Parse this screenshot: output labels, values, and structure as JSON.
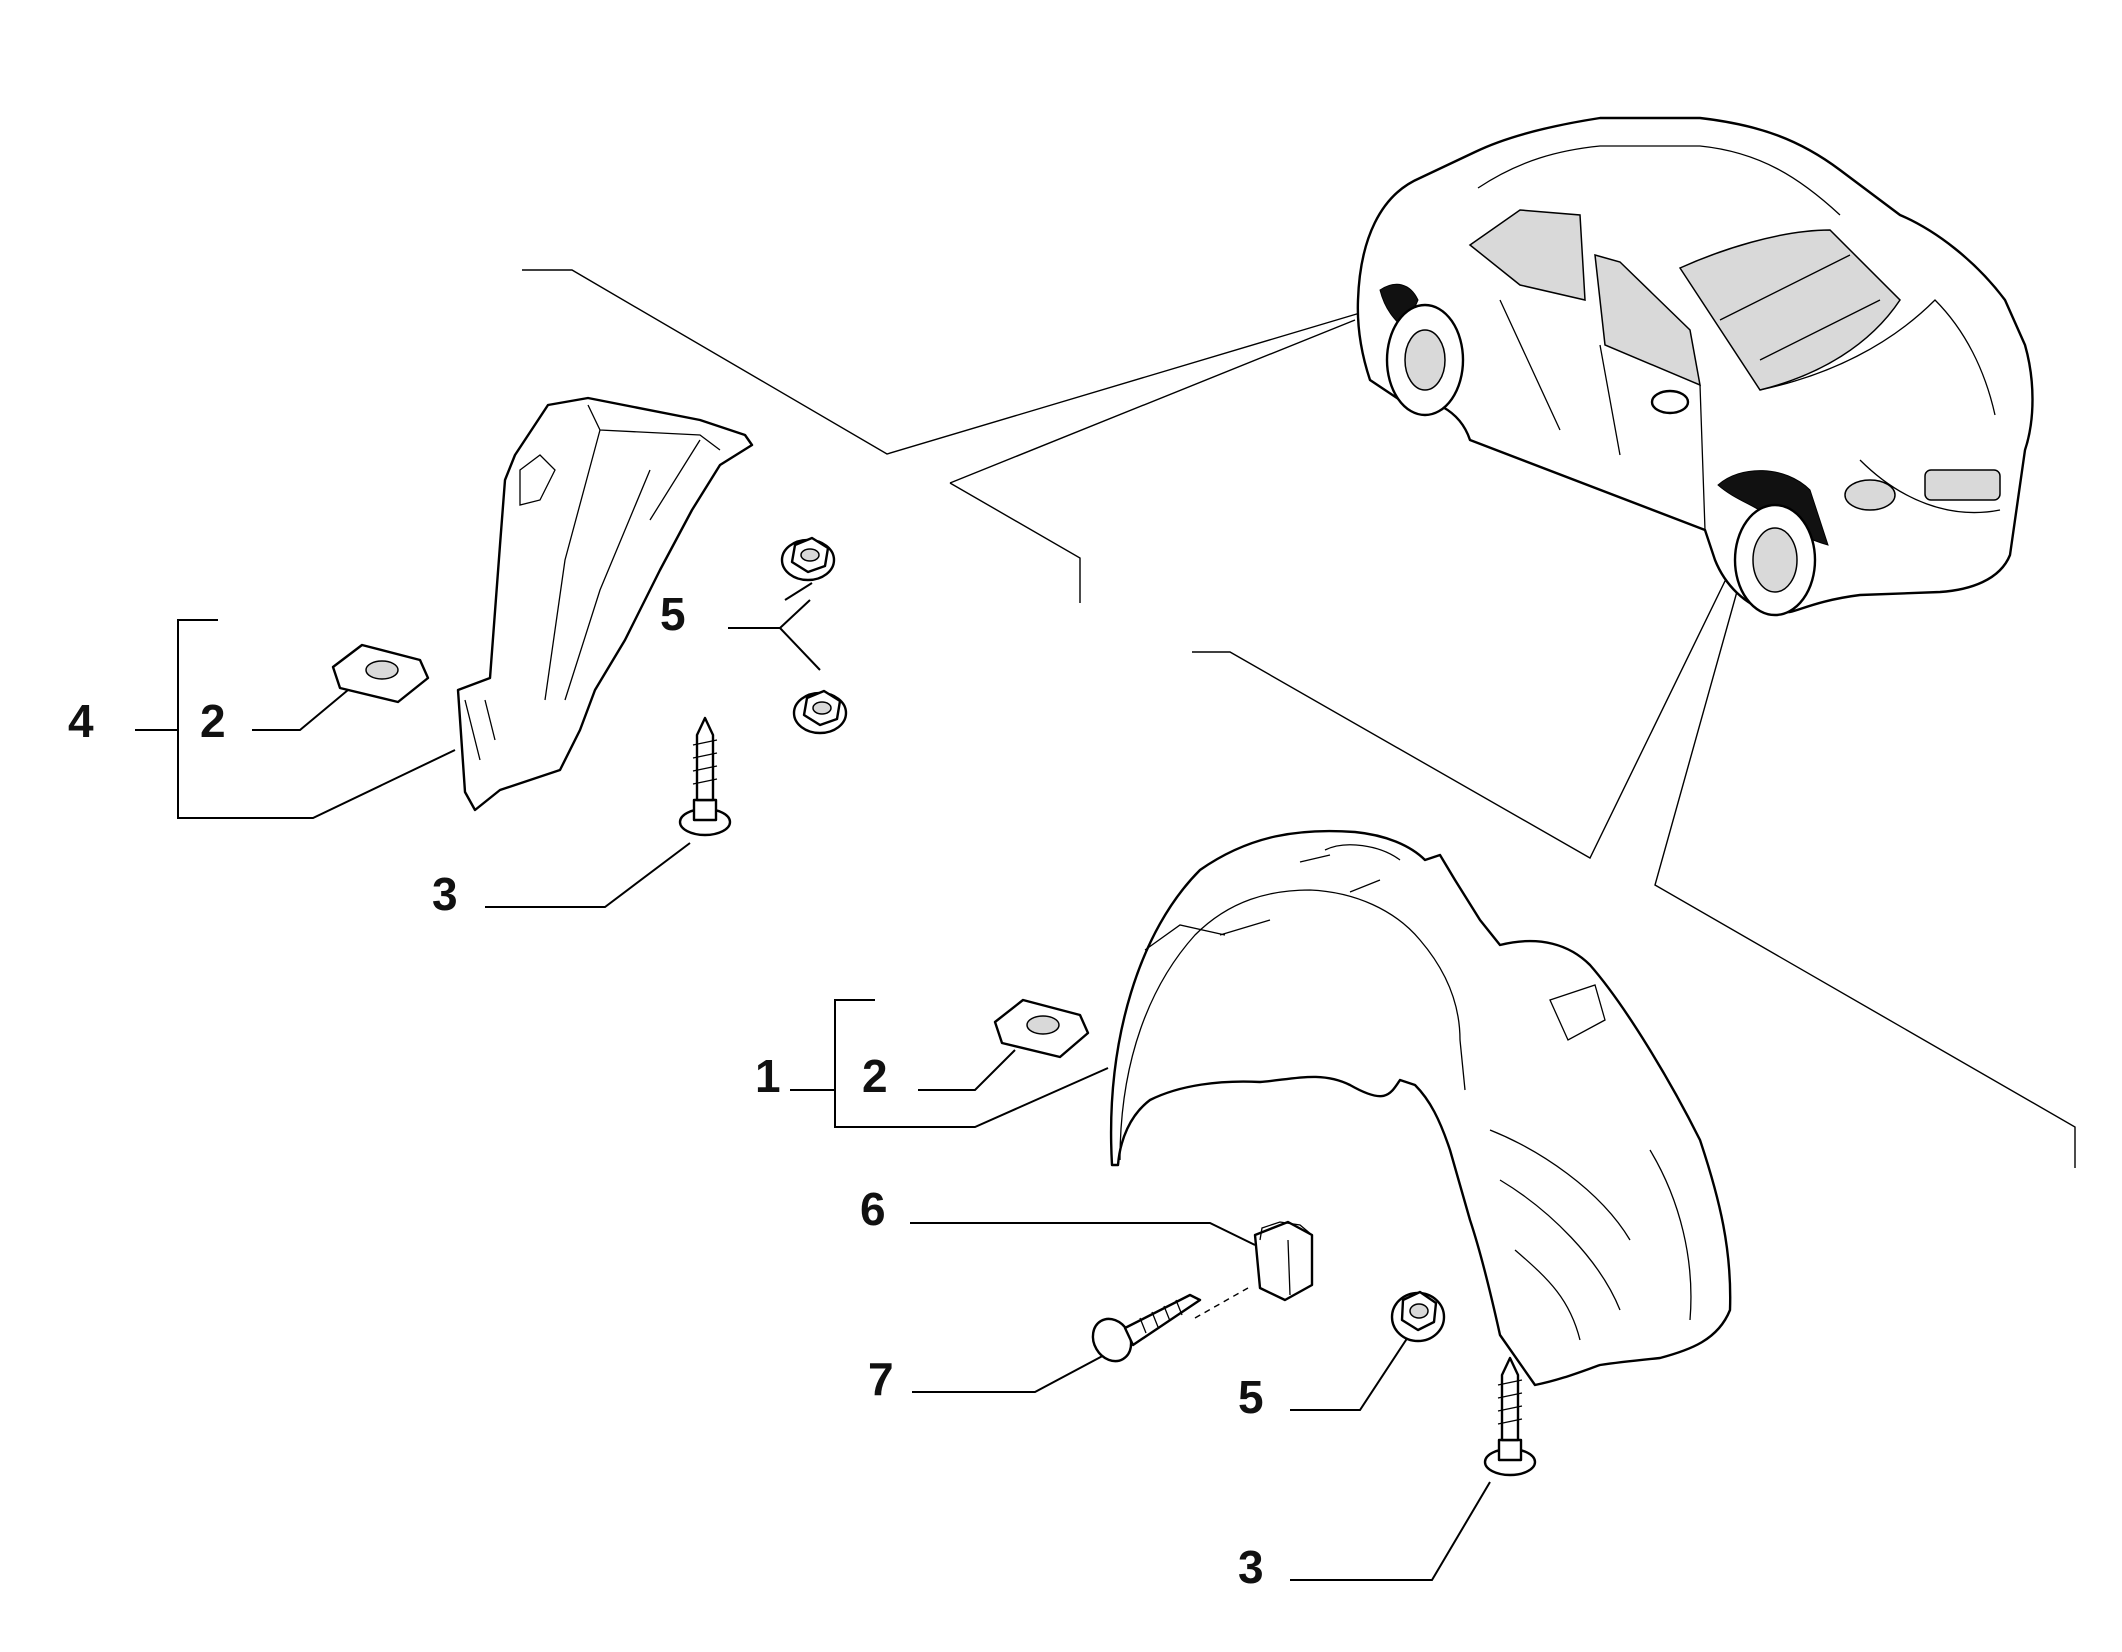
{
  "callouts": {
    "left_assembly": "4",
    "left_clip": "2",
    "left_screw": "3",
    "left_nuts": "5",
    "right_assembly": "1",
    "right_clip": "2",
    "right_plug": "6",
    "right_screw_small": "7",
    "right_nut": "5",
    "right_screw": "3"
  }
}
